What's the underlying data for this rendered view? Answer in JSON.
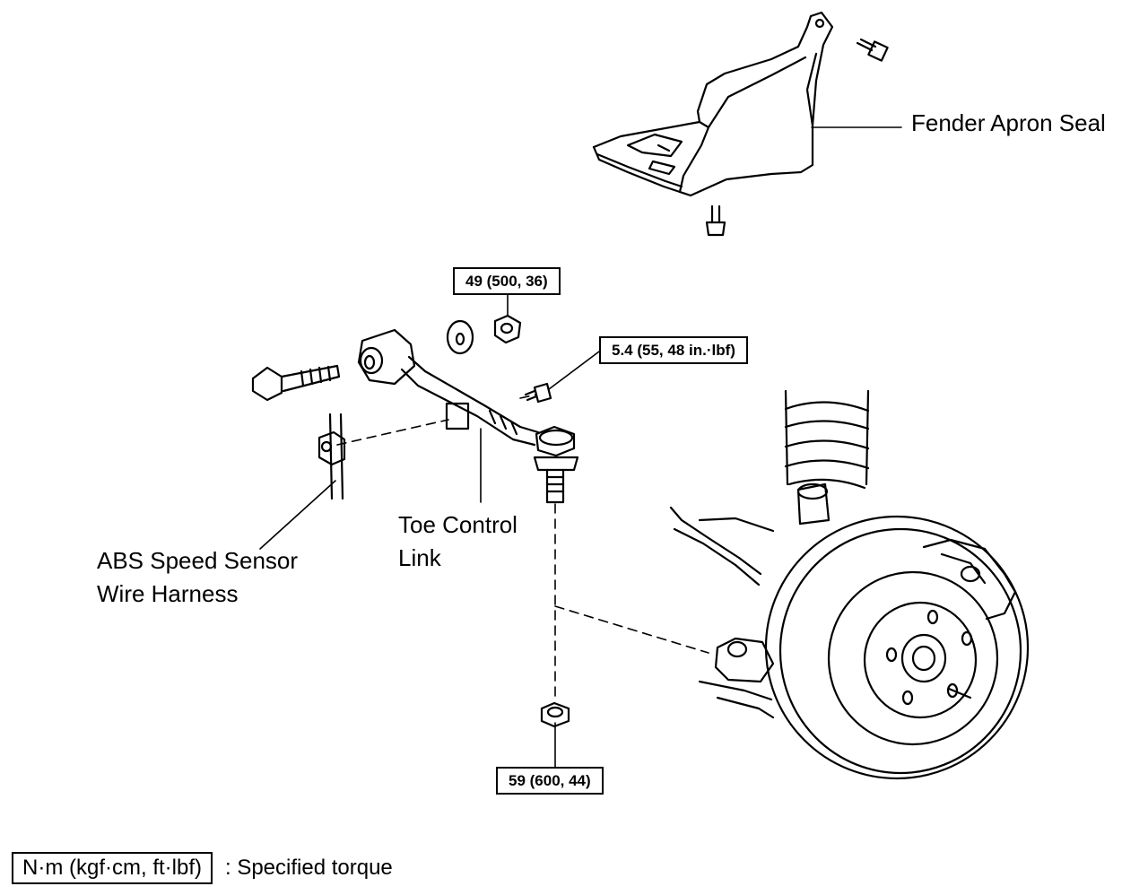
{
  "labels": {
    "fender_apron_seal": "Fender Apron Seal",
    "toe_control_link": [
      "Toe Control",
      "Link"
    ],
    "abs_harness": [
      "ABS Speed Sensor",
      "Wire Harness"
    ]
  },
  "torques": {
    "nut_top": "49 (500, 36)",
    "bolt_small": "5.4 (55, 48 in.·lbf)",
    "nut_bottom": "59 (600, 44)"
  },
  "legend": {
    "unit": "N·m (kgf·cm, ft·lbf)",
    "text": ": Specified torque"
  }
}
